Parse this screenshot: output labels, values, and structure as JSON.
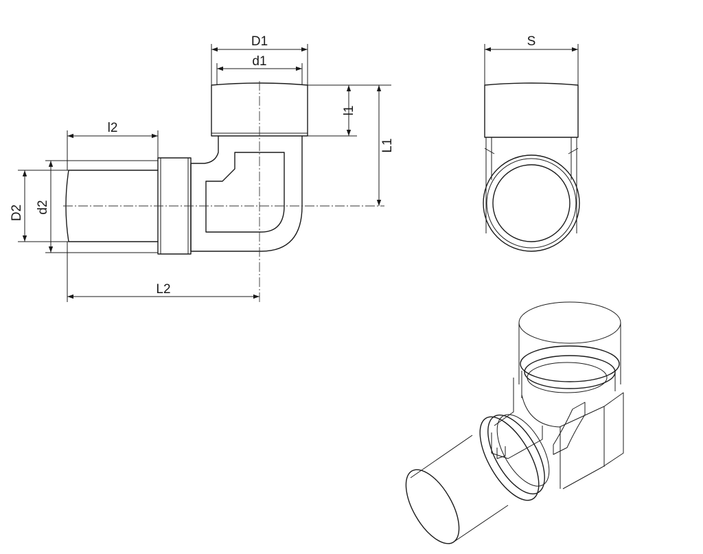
{
  "labels": {
    "D1": "D1",
    "d1": "d1",
    "l1": "l1",
    "L1": "L1",
    "l2": "l2",
    "D2": "D2",
    "d2": "d2",
    "L2": "L2",
    "S": "S"
  }
}
